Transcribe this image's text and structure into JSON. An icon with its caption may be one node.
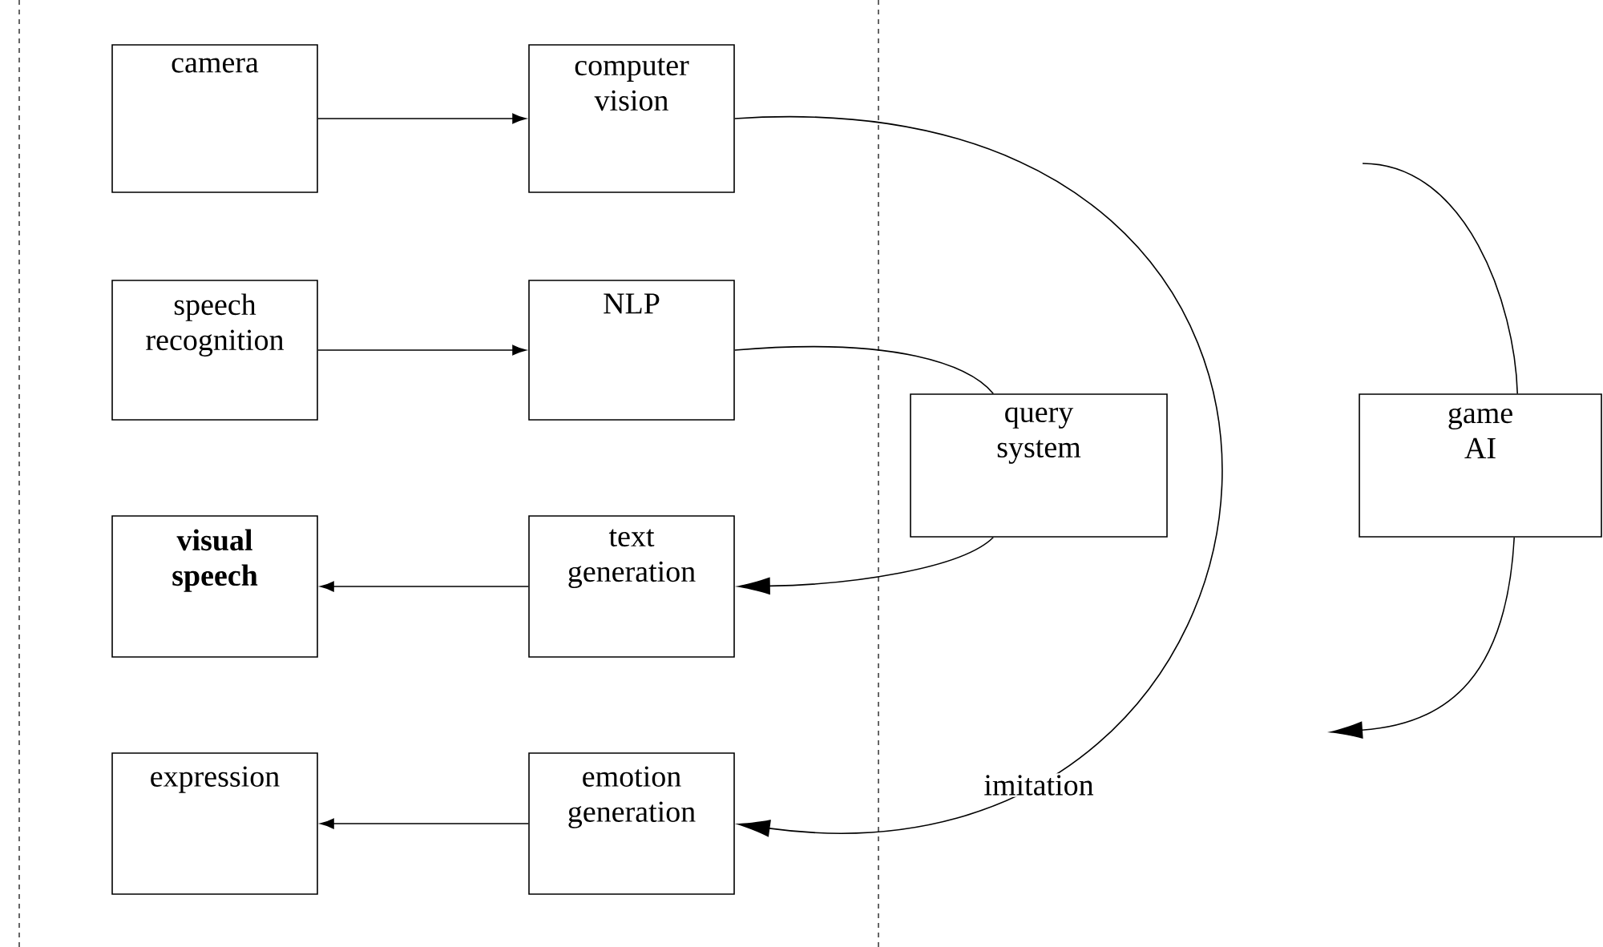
{
  "diagram": {
    "nodes": [
      {
        "text": [
          "camera"
        ]
      },
      {
        "text": [
          "computer vision"
        ]
      },
      {
        "text": [
          "speech recognition"
        ]
      },
      {
        "text": [
          "NLP"
        ]
      },
      {
        "text": [
          "query system"
        ]
      },
      {
        "text": [
          "game AI"
        ]
      },
      {
        "text": [
          "visual speech"
        ]
      },
      {
        "text": [
          "text generation"
        ]
      },
      {
        "text": [
          "expression"
        ]
      },
      {
        "text": [
          "emotion generation"
        ]
      }
    ],
    "edges": [
      {
        "from": 0,
        "to": 1,
        "arrow": "to"
      },
      {
        "from": 2,
        "to": 3,
        "arrow": "to"
      },
      {
        "from": 7,
        "to": 6,
        "arrow": "to"
      },
      {
        "from": 9,
        "to": 8,
        "arrow": "to"
      },
      {
        "from": 1,
        "to": 9,
        "arrow": "to"
      },
      {
        "from": 3,
        "to": 4,
        "arrow": "none"
      },
      {
        "from": 4,
        "to": 7,
        "arrow": "to"
      },
      {
        "from": null,
        "to": 5,
        "arrow": "none"
      },
      {
        "from": 5,
        "to": null,
        "arrow": "to"
      }
    ],
    "labels": [
      "imitation"
    ]
  }
}
